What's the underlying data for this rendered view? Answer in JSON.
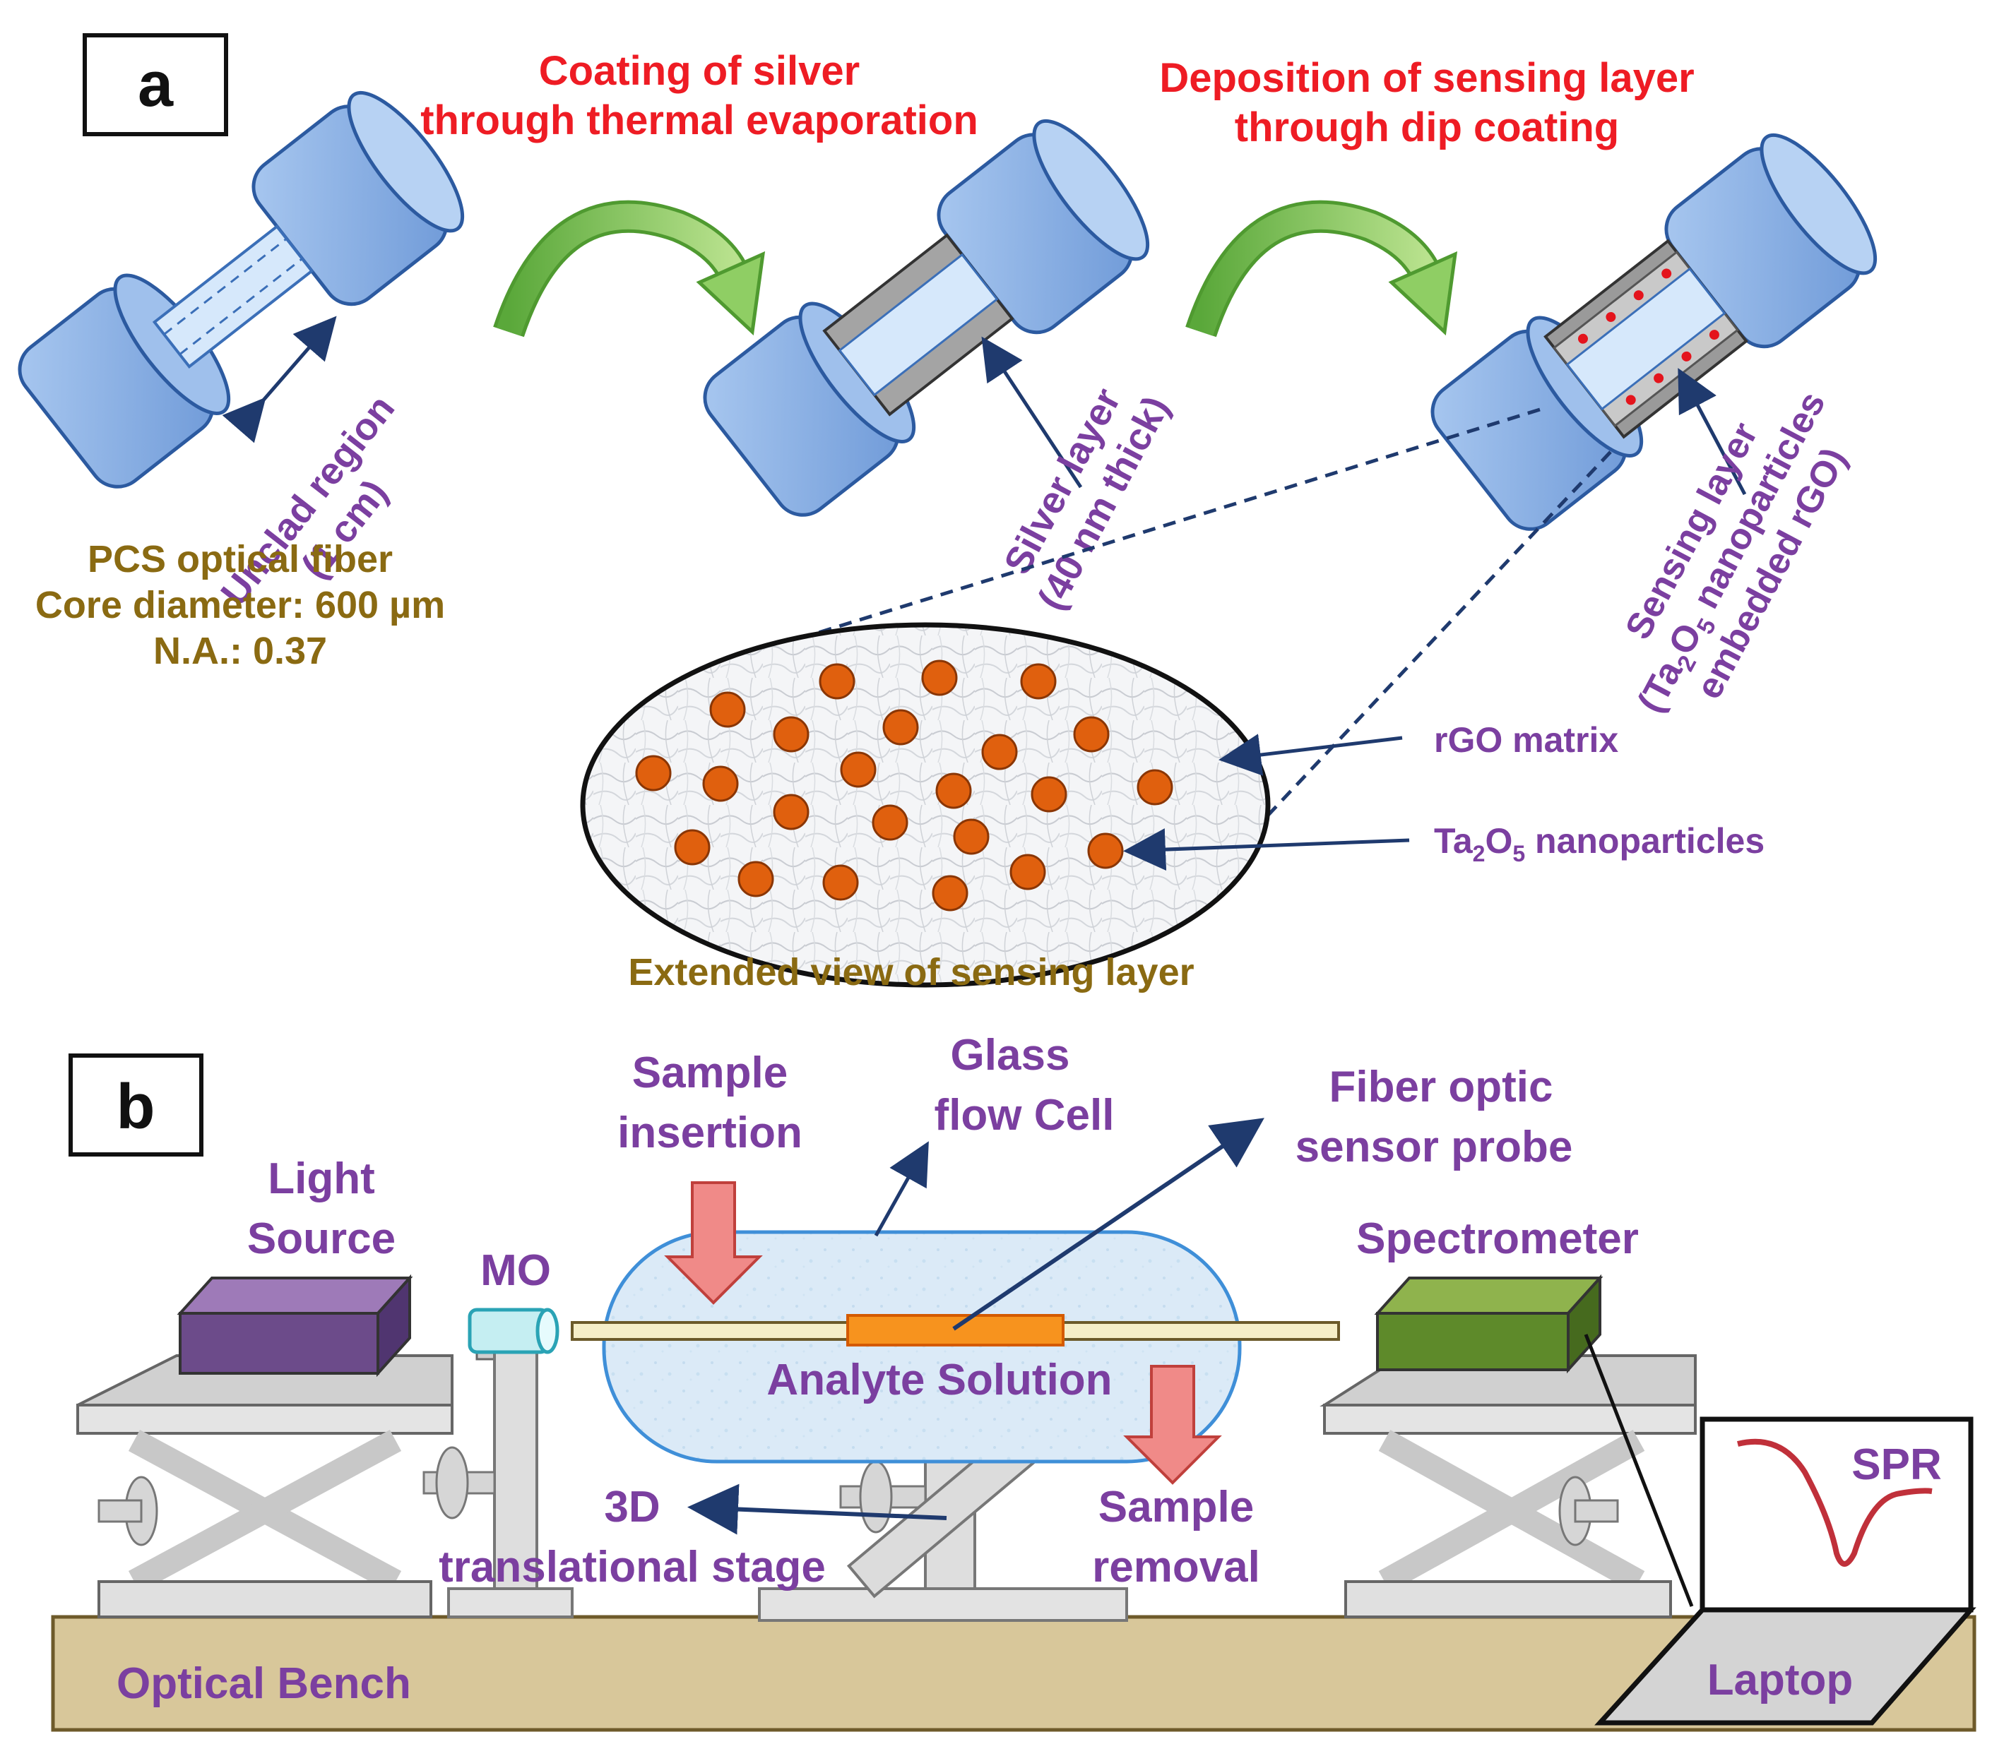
{
  "panel_a": {
    "label": "a",
    "step1_line1": "Coating of silver",
    "step1_line2": "through thermal evaporation",
    "step2_line1": "Deposition of sensing layer",
    "step2_line2": "through dip coating",
    "unclad_line1": "Unclad region",
    "unclad_line2": "(1 cm)",
    "fiber_line1": "PCS optical fiber",
    "fiber_line2": "Core diameter: 600 µm",
    "fiber_line3": "N.A.: 0.37",
    "silver_line1": "Silver layer",
    "silver_line2": "(40 nm thick)",
    "sensing_line1": "Sensing layer",
    "sensing_line2_pre": "(Ta",
    "sensing_sub1": "2",
    "sensing_mid": "O",
    "sensing_sub2": "5",
    "sensing_line2_post": " nanoparticles",
    "sensing_line3": "embedded rGO)",
    "rgo_label": "rGO matrix",
    "ta_pre": "Ta",
    "ta_sub1": "2",
    "ta_mid": "O",
    "ta_sub2": "5",
    "ta_post": " nanoparticles",
    "extended_caption": "Extended view of sensing layer"
  },
  "panel_b": {
    "label": "b",
    "light_line1": "Light",
    "light_line2": "Source",
    "mo": "MO",
    "sample_in_line1": "Sample",
    "sample_in_line2": "insertion",
    "glass_line1": "Glass",
    "glass_line2": "flow Cell",
    "probe_line1": "Fiber optic",
    "probe_line2": "sensor probe",
    "spectrometer": "Spectrometer",
    "analyte": "Analyte Solution",
    "stage_line1": "3D",
    "stage_line2": "translational stage",
    "removal_line1": "Sample",
    "removal_line2": "removal",
    "spr": "SPR",
    "laptop": "Laptop",
    "bench": "Optical Bench"
  },
  "colors": {
    "red_text": "#ee1c24",
    "purple_text": "#7b3fa0",
    "olive_text": "#8a6a12",
    "fiber_blue": "#8fb4e6",
    "nanoparticle": "#e0600e",
    "green_arrow": "#7cc24a",
    "bench": "#d8c79a"
  }
}
